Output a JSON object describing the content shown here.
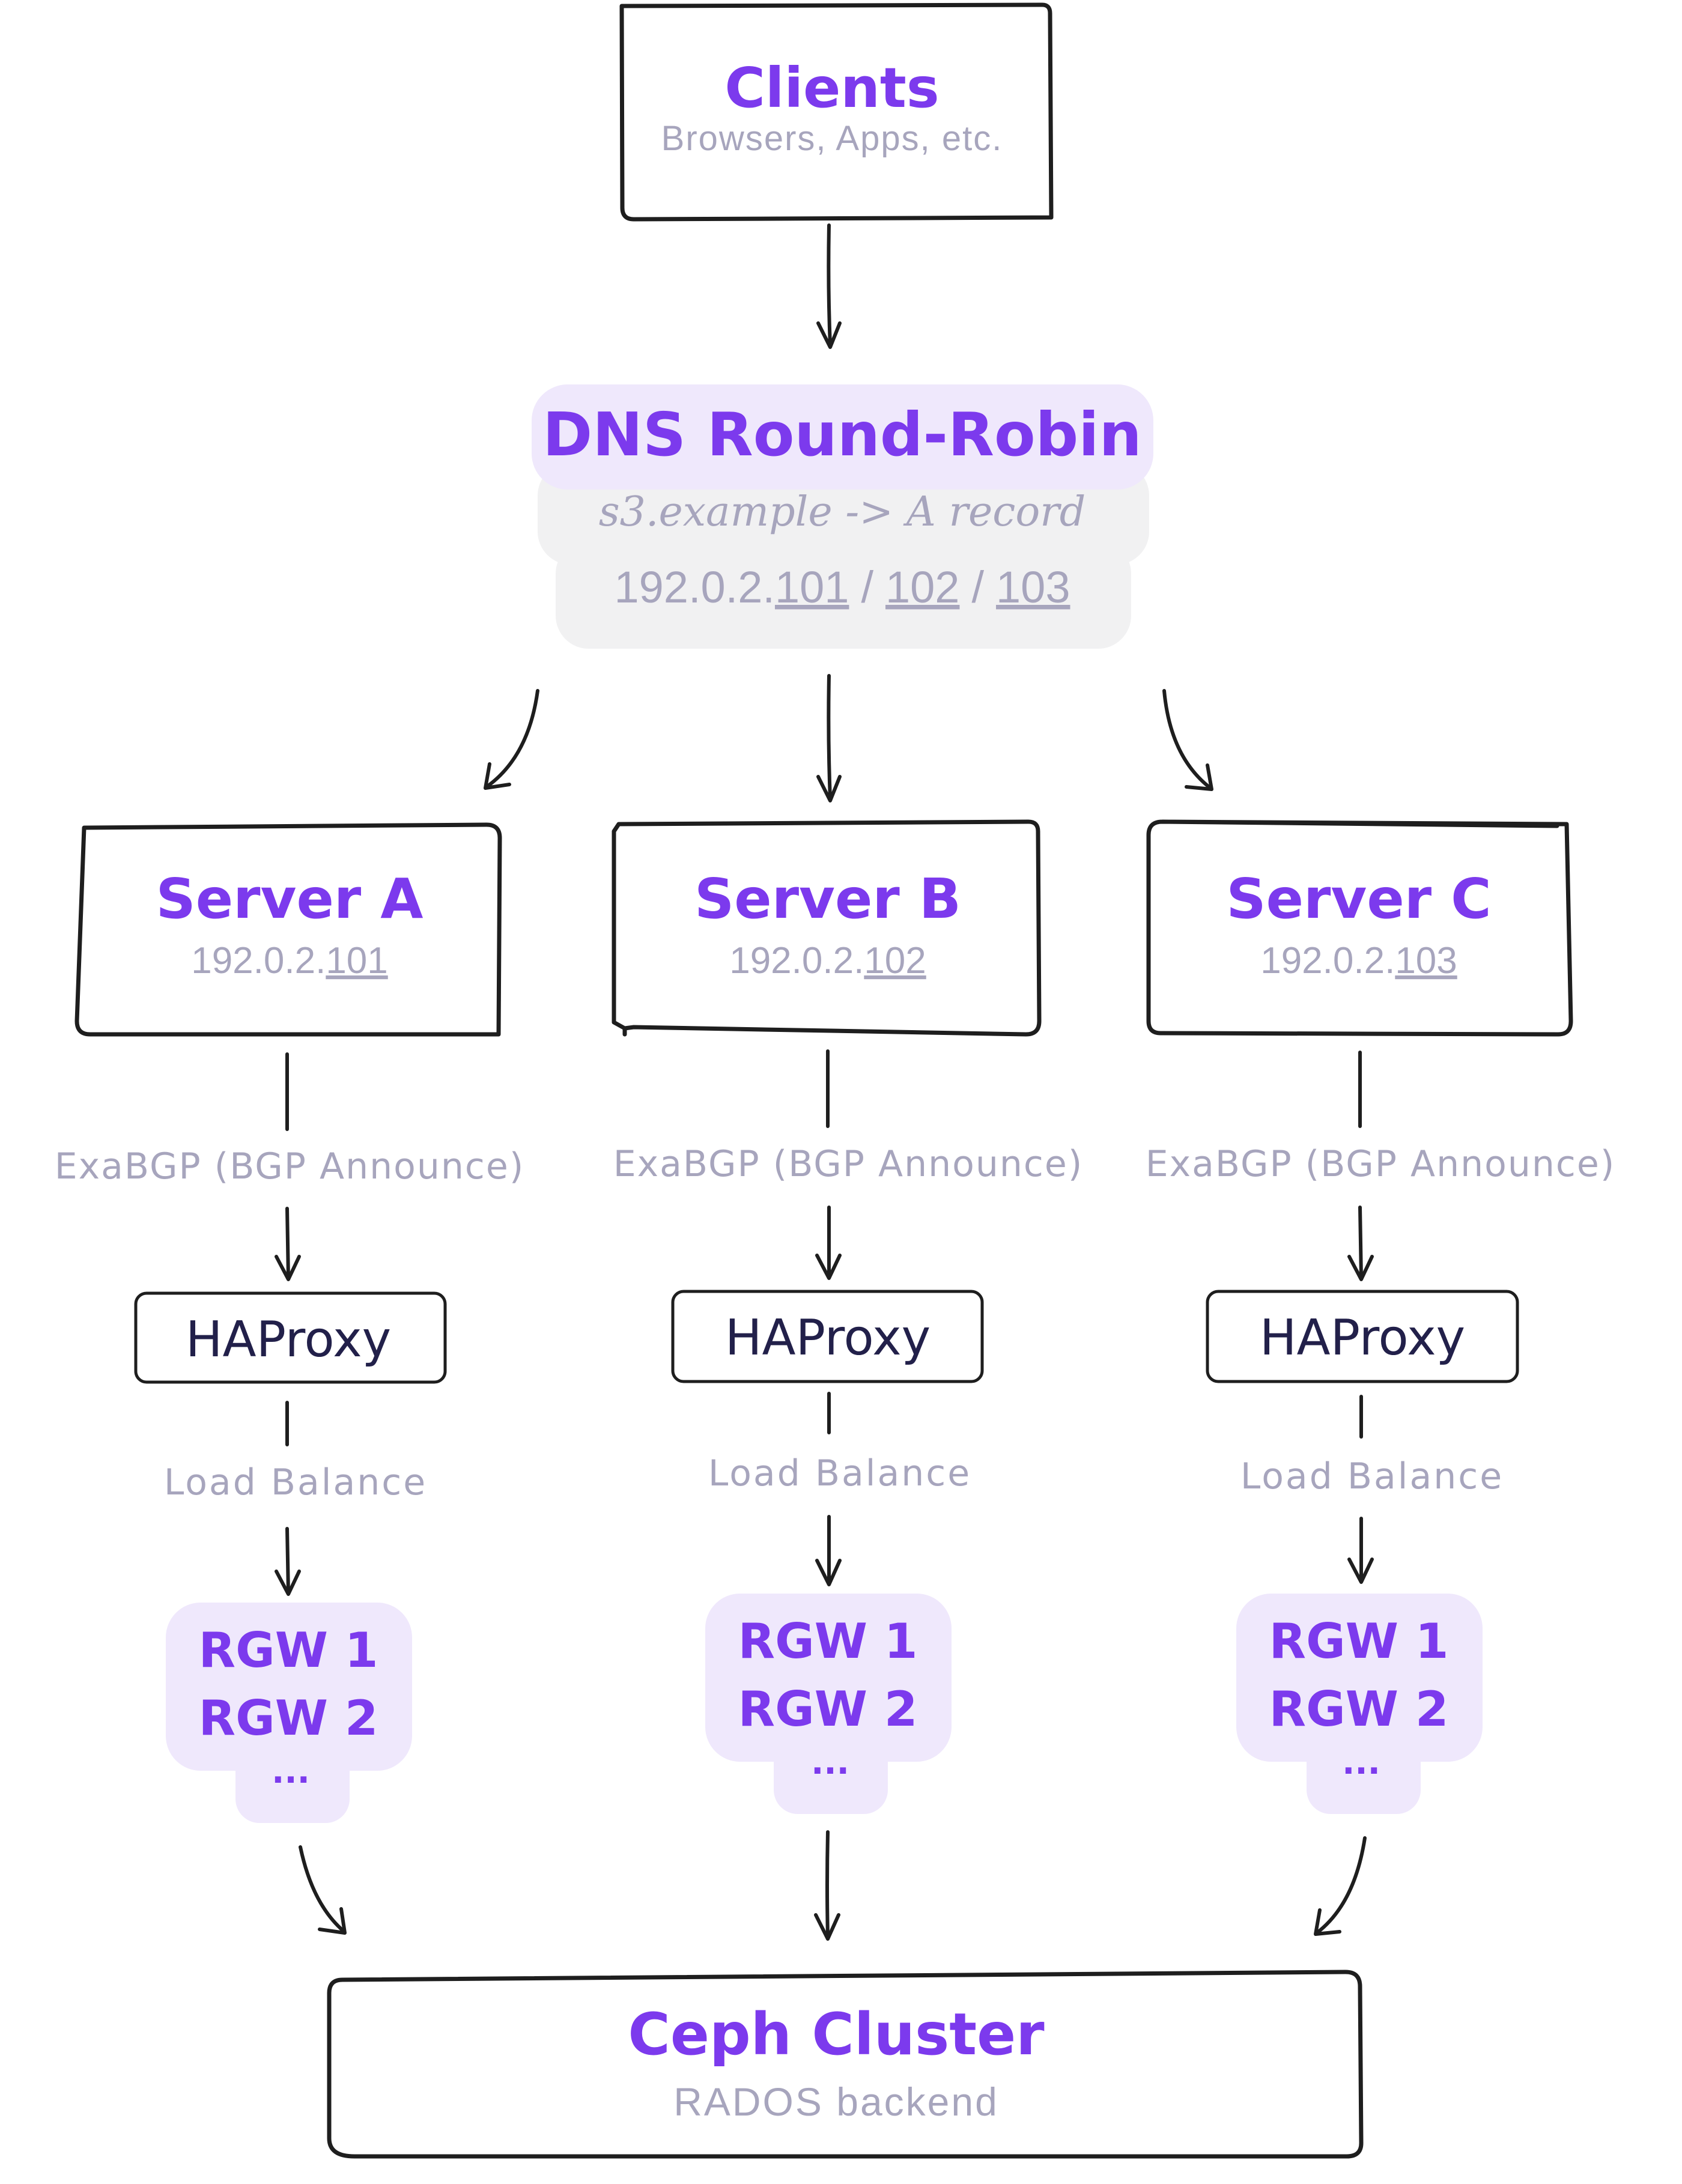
{
  "colors": {
    "title": "#7c3aed",
    "muted": "#a7a5bd",
    "stroke": "#1e1e1e",
    "purple_fill": "#efe8fc",
    "grey_fill": "#f1f1f2",
    "haproxy_text": "#22204a"
  },
  "clients": {
    "title": "Clients",
    "subtitle": "Browsers, Apps, etc."
  },
  "dns": {
    "title": "DNS Round-Robin",
    "record": "s3.example -> A record",
    "ip_prefix": "192.0.2.",
    "ip_1": "101",
    "sep_1": "/",
    "ip_2": "102",
    "sep_2": "/",
    "ip_3": "103"
  },
  "servers": [
    {
      "title": "Server A",
      "ip_prefix": "192.0.2.",
      "ip_suffix": "101",
      "announce": "ExaBGP (BGP Announce)",
      "proxy": "HAProxy",
      "balance": "Load Balance",
      "rgw": [
        "RGW 1",
        "RGW 2",
        "..."
      ]
    },
    {
      "title": "Server B",
      "ip_prefix": "192.0.2.",
      "ip_suffix": "102",
      "announce": "ExaBGP (BGP Announce)",
      "proxy": "HAProxy",
      "balance": "Load Balance",
      "rgw": [
        "RGW 1",
        "RGW 2",
        "..."
      ]
    },
    {
      "title": "Server C",
      "ip_prefix": "192.0.2.",
      "ip_suffix": "103",
      "announce": "ExaBGP (BGP Announce)",
      "proxy": "HAProxy",
      "balance": "Load Balance",
      "rgw": [
        "RGW 1",
        "RGW 2",
        "..."
      ]
    }
  ],
  "ceph": {
    "title": "Ceph Cluster",
    "subtitle": "RADOS backend"
  }
}
